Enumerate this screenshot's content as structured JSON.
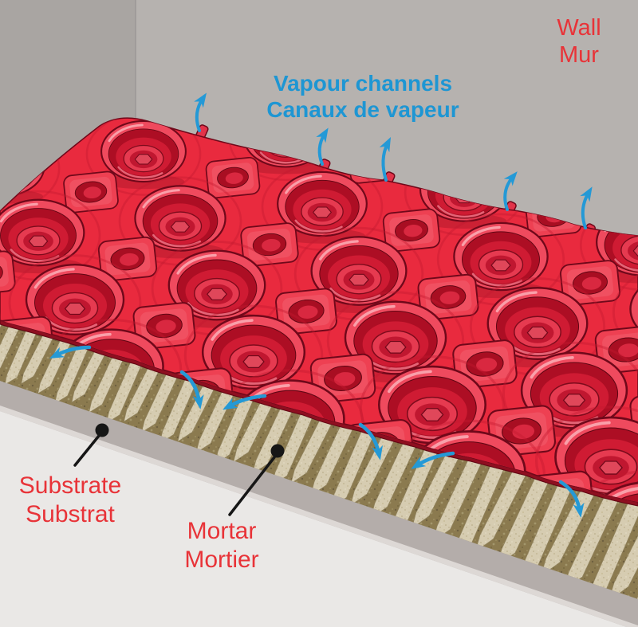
{
  "labels": {
    "wall": {
      "line1": "Wall",
      "line2": "Mur"
    },
    "vapour_channels": {
      "line1": "Vapour channels",
      "line2": "Canaux de vapeur"
    },
    "substrate": {
      "line1": "Substrate",
      "line2": "Substrat"
    },
    "mortar": {
      "line1": "Mortar",
      "line2": "Mortier"
    }
  },
  "colors": {
    "label_red": "#e83338",
    "label_blue": "#1e96d3",
    "arrow_blue": "#2499d6",
    "pointer_black": "#161616",
    "membrane_red": "#e92a3e",
    "membrane_dark": "#70081a",
    "membrane_highlight": "#f9aab2",
    "mortar_ridge": "#d6ccb1",
    "mortar_base": "#8b7a4f",
    "substrate_gray": "#b4adaa",
    "floor_gray": "#eae8e6",
    "wall_back": "#b6b2af",
    "wall_left": "#a9a5a2"
  },
  "arrows": {
    "vapour_up_count": 5,
    "mortar_channel_count": 6
  }
}
